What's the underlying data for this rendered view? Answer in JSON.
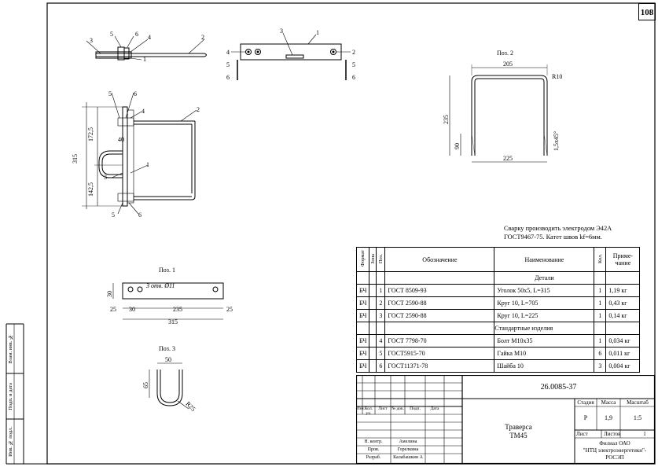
{
  "sheet_number": "108",
  "stamps": {
    "left_1": "Взам. инв. №",
    "left_2": "Подп. и дата",
    "left_3": "Инв. № подл."
  },
  "views": {
    "top": {
      "labels": [
        "5",
        "6",
        "4",
        "3",
        "1",
        "2"
      ]
    },
    "front": {
      "labels": [
        "3",
        "1",
        "4",
        "2",
        "5",
        "6",
        "5",
        "6"
      ]
    },
    "side": {
      "labels": [
        "5",
        "6",
        "4",
        "2",
        "40",
        "3",
        "1",
        "5",
        "6"
      ],
      "dims": [
        "315",
        "172,5",
        "142,5"
      ]
    },
    "pos2": {
      "title": "Поз. 2",
      "dims": [
        "205",
        "R10",
        "235",
        "90",
        "1,5x45°",
        "225"
      ]
    },
    "pos1": {
      "title": "Поз. 1",
      "dims": [
        "30",
        "3 отв. Ø11",
        "25",
        "30",
        "235",
        "25",
        "315"
      ]
    },
    "pos3": {
      "title": "Поз. 3",
      "dims": [
        "50",
        "65",
        "R25"
      ]
    }
  },
  "note": {
    "line1": "Сварку производить электродом Э42А",
    "line2": "ГОСТ9467-75. Катет швов kf=6мм."
  },
  "spec": {
    "headers": {
      "format": "Формат",
      "zone": "Зона",
      "pos": "Поз.",
      "designation": "Обозначение",
      "name": "Наименование",
      "qty": "Кол.",
      "note": "Приме- чание"
    },
    "section_details": "Детали",
    "section_standard": "Стандартные изделия",
    "rows": [
      {
        "format": "БЧ",
        "pos": "1",
        "designation": "ГОСТ 8509-93",
        "name": "Уголок 50х5, L=315",
        "qty": "1",
        "note": "1,19 кг"
      },
      {
        "format": "БЧ",
        "pos": "2",
        "designation": "ГОСТ 2590-88",
        "name": "Круг 10, L=705",
        "qty": "1",
        "note": "0,43 кг"
      },
      {
        "format": "БЧ",
        "pos": "3",
        "designation": "ГОСТ 2590-88",
        "name": "Круг 10, L=225",
        "qty": "1",
        "note": "0,14 кг"
      },
      {
        "format": "БЧ",
        "pos": "4",
        "designation": "ГОСТ 7798-70",
        "name": "Болт М10х35",
        "qty": "1",
        "note": "0,034 кг"
      },
      {
        "format": "БЧ",
        "pos": "5",
        "designation": "ГОСТ5915-70",
        "name": "Гайка М10",
        "qty": "6",
        "note": "0,011 кг"
      },
      {
        "format": "БЧ",
        "pos": "6",
        "designation": "ГОСТ11371-78",
        "name": "Шайба 10",
        "qty": "3",
        "note": "0,004 кг"
      }
    ]
  },
  "title_block": {
    "doc_number": "26.0085-37",
    "title1": "Траверса",
    "title2": "ТМ45",
    "col_izm": "Изм.",
    "col_kol": "Кол. уч.",
    "col_list": "Лист",
    "col_ndoc": "№ док.",
    "col_podp": "Подп.",
    "col_data": "Дата",
    "stage_label": "Стадия",
    "mass_label": "Масса",
    "scale_label": "Масштаб",
    "stage": "Р",
    "mass": "1,9",
    "scale": "1:5",
    "sheet_label": "Лист",
    "sheets_label": "Листов",
    "sheets": "1",
    "role1": "Н. контр.",
    "name1": "Амелина",
    "role2": "Пров.",
    "name2": "Горелкина",
    "role3": "Разраб.",
    "name3": "Калабашкин А",
    "org1": "Филиал ОАО",
    "org2": "\"НТЦ электроэнергетики\"-",
    "org3": "РОСЭП"
  }
}
